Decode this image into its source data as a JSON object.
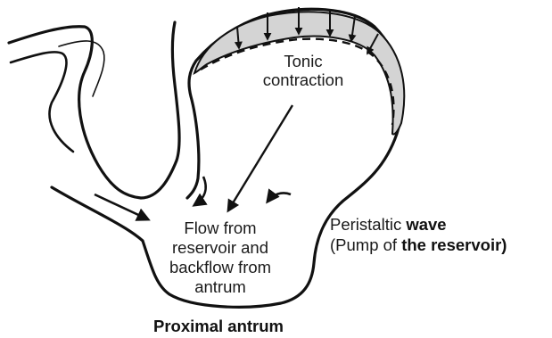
{
  "labels": {
    "tonic_line1": "Tonic",
    "tonic_line2": "contraction",
    "flow_line1": "Flow from",
    "flow_line2": "reservoir and",
    "flow_line3": "backflow from",
    "flow_line4": "antrum",
    "peristaltic_normal": "Peristaltic ",
    "peristaltic_bold": "wave",
    "pump_open": "(Pump of ",
    "pump_bold": "the reservoir)",
    "caption": "Proximal antrum"
  },
  "colors": {
    "outline": "#111111",
    "fundus_fill": "#d4d4d4",
    "text": "#1a1a1a"
  }
}
